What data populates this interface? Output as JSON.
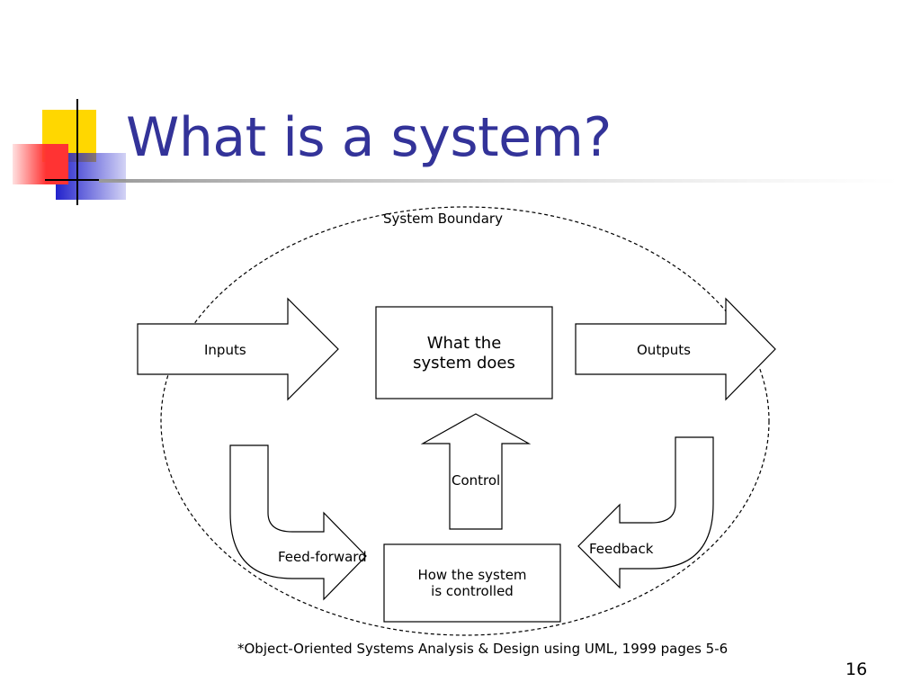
{
  "slide": {
    "title": "What is a system?",
    "footnote": "*Object-Oriented Systems Analysis & Design using UML, 1999 pages 5-6",
    "page_number": "16"
  },
  "diagram": {
    "boundary_label": "System Boundary",
    "inputs_label": "Inputs",
    "outputs_label": "Outputs",
    "process_box_line1": "What the",
    "process_box_line2": "system does",
    "control_label": "Control",
    "controller_box_line1": "How the system",
    "controller_box_line2": "is controlled",
    "feedforward_label": "Feed-forward",
    "feedback_label": "Feedback"
  },
  "colors": {
    "title": "#333399",
    "deco_yellow": "#ffd700",
    "deco_red": "#ff3333",
    "deco_blue": "#3333cc"
  }
}
